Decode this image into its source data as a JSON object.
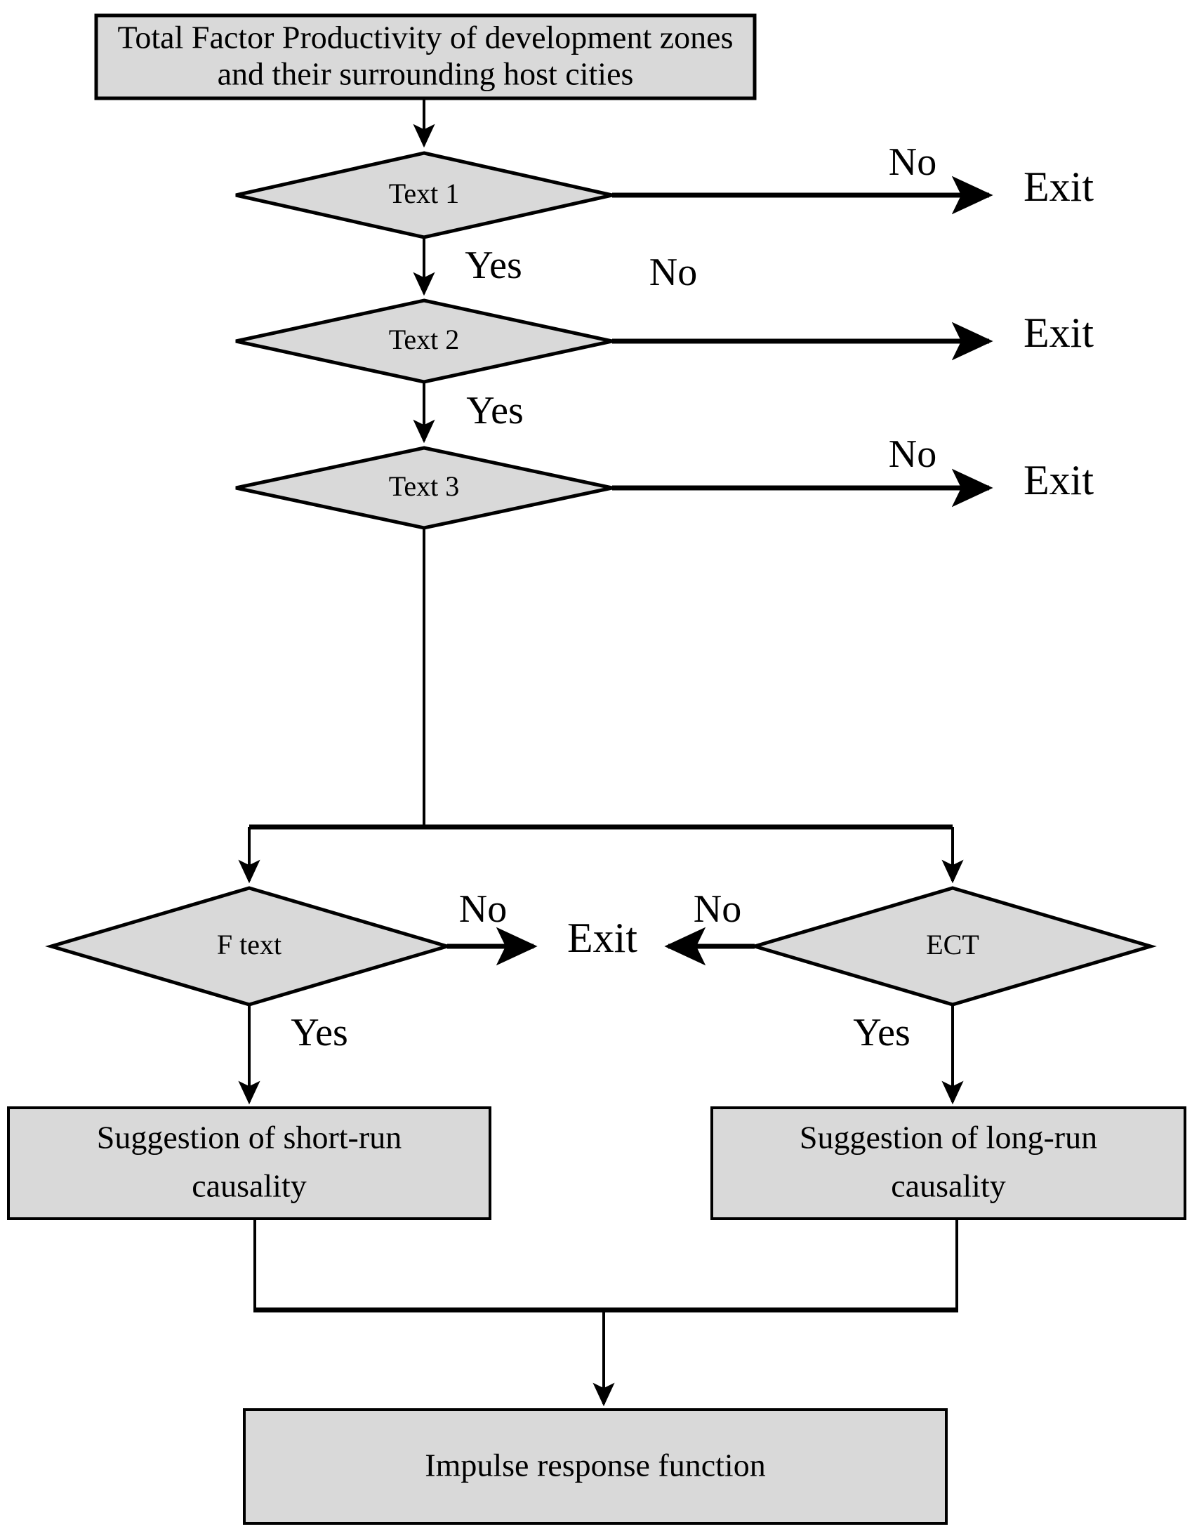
{
  "diagram": {
    "title": "Flowchart of Total Factor Productivity causality testing procedure",
    "type": "flowchart",
    "colors": {
      "node_fill": "#d9d9d9",
      "stroke": "#000000",
      "background": "#ffffff",
      "text": "#000000"
    },
    "nodes": {
      "start": {
        "shape": "rectangle",
        "line1": "Total Factor Productivity  of development zones",
        "line2": "and their surrounding  host cities"
      },
      "decision1": {
        "shape": "diamond",
        "label": "Text 1"
      },
      "decision2": {
        "shape": "diamond",
        "label": "Text 2"
      },
      "decision3": {
        "shape": "diamond",
        "label": "Text 3"
      },
      "decision_f": {
        "shape": "diamond",
        "label": "F text"
      },
      "decision_ect": {
        "shape": "diamond",
        "label": "ECT"
      },
      "exit1": {
        "shape": "text",
        "label": "Exit"
      },
      "exit2": {
        "shape": "text",
        "label": "Exit"
      },
      "exit3": {
        "shape": "text",
        "label": "Exit"
      },
      "exit_center": {
        "shape": "text",
        "label": "Exit"
      },
      "short_run": {
        "shape": "rectangle",
        "line1": "Suggestion  of short-run",
        "line2": "causality"
      },
      "long_run": {
        "shape": "rectangle",
        "line1": "Suggestion  of long-run",
        "line2": "causality"
      },
      "impulse": {
        "shape": "rectangle",
        "label": "Impulse response function"
      }
    },
    "edge_labels": {
      "d1_no": "No",
      "d1_yes": "Yes",
      "d2_no": "No",
      "d2_yes": "Yes",
      "d3_no": "No",
      "f_no": "No",
      "f_yes": "Yes",
      "ect_no": "No",
      "ect_yes": "Yes"
    }
  }
}
